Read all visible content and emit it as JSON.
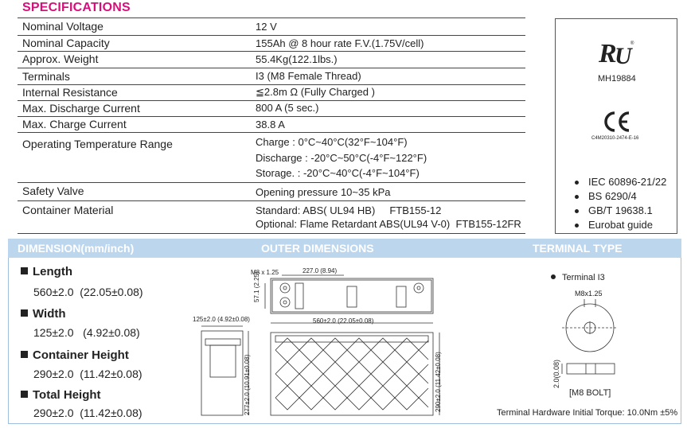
{
  "title": "SPECIFICATIONS",
  "specs": [
    {
      "label": "Nominal Voltage",
      "value": "12 V"
    },
    {
      "label": "Nominal Capacity",
      "value": "155Ah @ 8 hour rate F.V.(1.75V/cell)"
    },
    {
      "label": "Approx. Weight",
      "value": "55.4Kg(122.1lbs.)"
    },
    {
      "label": "Terminals",
      "value": "I3 (M8 Female Thread)"
    },
    {
      "label": "Internal Resistance",
      "value": "≦2.8m Ω (Fully Charged )"
    },
    {
      "label": "Max. Discharge Current",
      "value": "800 A (5 sec.)"
    },
    {
      "label": "Max. Charge Current",
      "value": "38.8 A"
    },
    {
      "label": "Operating Temperature Range",
      "lines": [
        "Charge : 0°C~40°C(32°F~104°F)",
        "Discharge : -20°C~50°C(-4°F~122°F)",
        "Storage. : -20°C~40°C(-4°F~104°F)"
      ]
    },
    {
      "label": "Safety Valve",
      "value": "Opening pressure 10~35 kPa"
    },
    {
      "label": "Container Material",
      "lines": [
        "Standard: ABS( UL94 HB)     FTB155-12",
        "Optional: Flame Retardant ABS(UL94 V-0)  FTB155-12FR"
      ]
    }
  ],
  "certifications": {
    "ul_number": "MH19884",
    "ce_number": "C4M20310-2474-E-16",
    "standards": [
      "IEC 60896-21/22",
      "BS 6290/4",
      "GB/T 19638.1",
      "Eurobat guide"
    ]
  },
  "dimension_bar": {
    "left": "DIMENSION(mm/inch)",
    "center": "OUTER DIMENSIONS",
    "right": "TERMINAL TYPE"
  },
  "dimensions": [
    {
      "label": "Length",
      "value": "560±2.0  (22.05±0.08)"
    },
    {
      "label": "Width",
      "value": "125±2.0   (4.92±0.08)"
    },
    {
      "label": "Container Height",
      "value": "290±2.0  (11.42±0.08)"
    },
    {
      "label": "Total  Height",
      "value": "290±2.0  (11.42±0.08)"
    }
  ],
  "drawing": {
    "m8_label": "M8 x 1.25",
    "top_span": "227.0 (8.94)",
    "top_depth": "57.1 (2.25)",
    "length_dim": "560±2.0 (22.05±0.08)",
    "width_dim": "125±2.0 (4.92±0.08)",
    "side_height": "277±2.0 (10.91±0.08)",
    "front_height": "290±2.0 (11.42±0.08)"
  },
  "terminal": {
    "name": "Terminal I3",
    "thread": "M8x1.25",
    "depth": "2.0(0.08)",
    "bolt": "[M8 BOLT]",
    "torque": "Terminal Hardware Initial Torque: 10.0Nm ±5%"
  }
}
